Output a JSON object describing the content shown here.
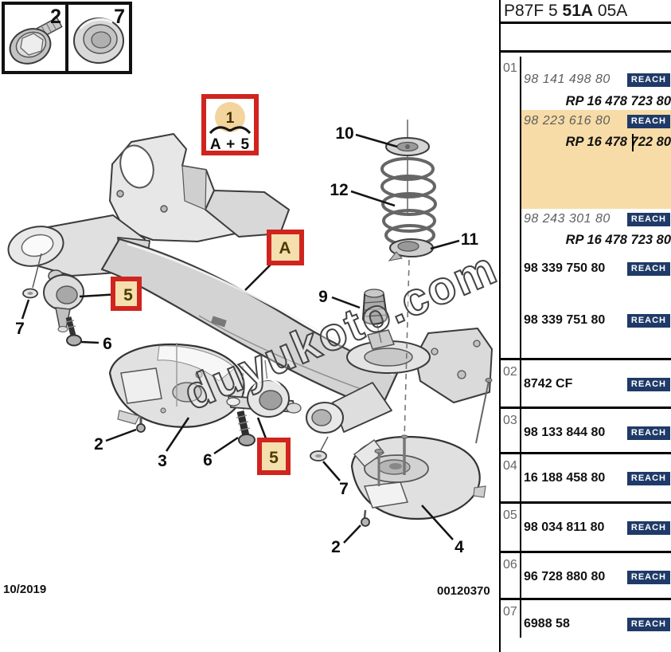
{
  "header": {
    "code": {
      "prefix": "P87F 5 ",
      "bold": "51A",
      "suffix": " 05A"
    }
  },
  "inset": {
    "items": [
      {
        "label": "2"
      },
      {
        "label": "7"
      }
    ]
  },
  "callouts": {
    "group": {
      "number": "1",
      "formula": "A + 5"
    },
    "boxed_a": "A",
    "boxed_5_left": "5",
    "boxed_5_center": "5",
    "numbers": {
      "spring_mount": "10",
      "coil_spring": "12",
      "spring_seat": "11",
      "bump_stop": "9",
      "washer_left": "7",
      "bolt_left": "6",
      "screw_left": "2",
      "cup_left": "3",
      "bolt_center": "6",
      "washer_right": "7",
      "screw_right": "2",
      "cup_right": "4"
    }
  },
  "watermark": "duyukoto.com",
  "footer": {
    "date": "10/2019",
    "code": "00120370"
  },
  "reach": "REACH",
  "parts_table": {
    "rows": [
      {
        "ref": "01",
        "entries": [
          {
            "number": "98 141 498 80",
            "rp": "RP 16 478 723 80"
          },
          {
            "number": "98 223 616 80",
            "rp": "RP 16 478 722 80"
          },
          {
            "number": "98 243 301 80",
            "rp": "RP 16 478 723 80"
          },
          {
            "number": "98 339 750 80"
          },
          {
            "number": "98 339 751 80"
          }
        ]
      },
      {
        "ref": "02",
        "entries": [
          {
            "number": "8742 CF"
          }
        ]
      },
      {
        "ref": "03",
        "entries": [
          {
            "number": "98 133 844 80"
          }
        ]
      },
      {
        "ref": "04",
        "entries": [
          {
            "number": "16 188 458 80"
          }
        ]
      },
      {
        "ref": "05",
        "entries": [
          {
            "number": "98 034 811 80"
          }
        ]
      },
      {
        "ref": "06",
        "entries": [
          {
            "number": "96 728 880 80"
          }
        ]
      },
      {
        "ref": "07",
        "entries": [
          {
            "number": "6988 58"
          }
        ]
      }
    ]
  }
}
